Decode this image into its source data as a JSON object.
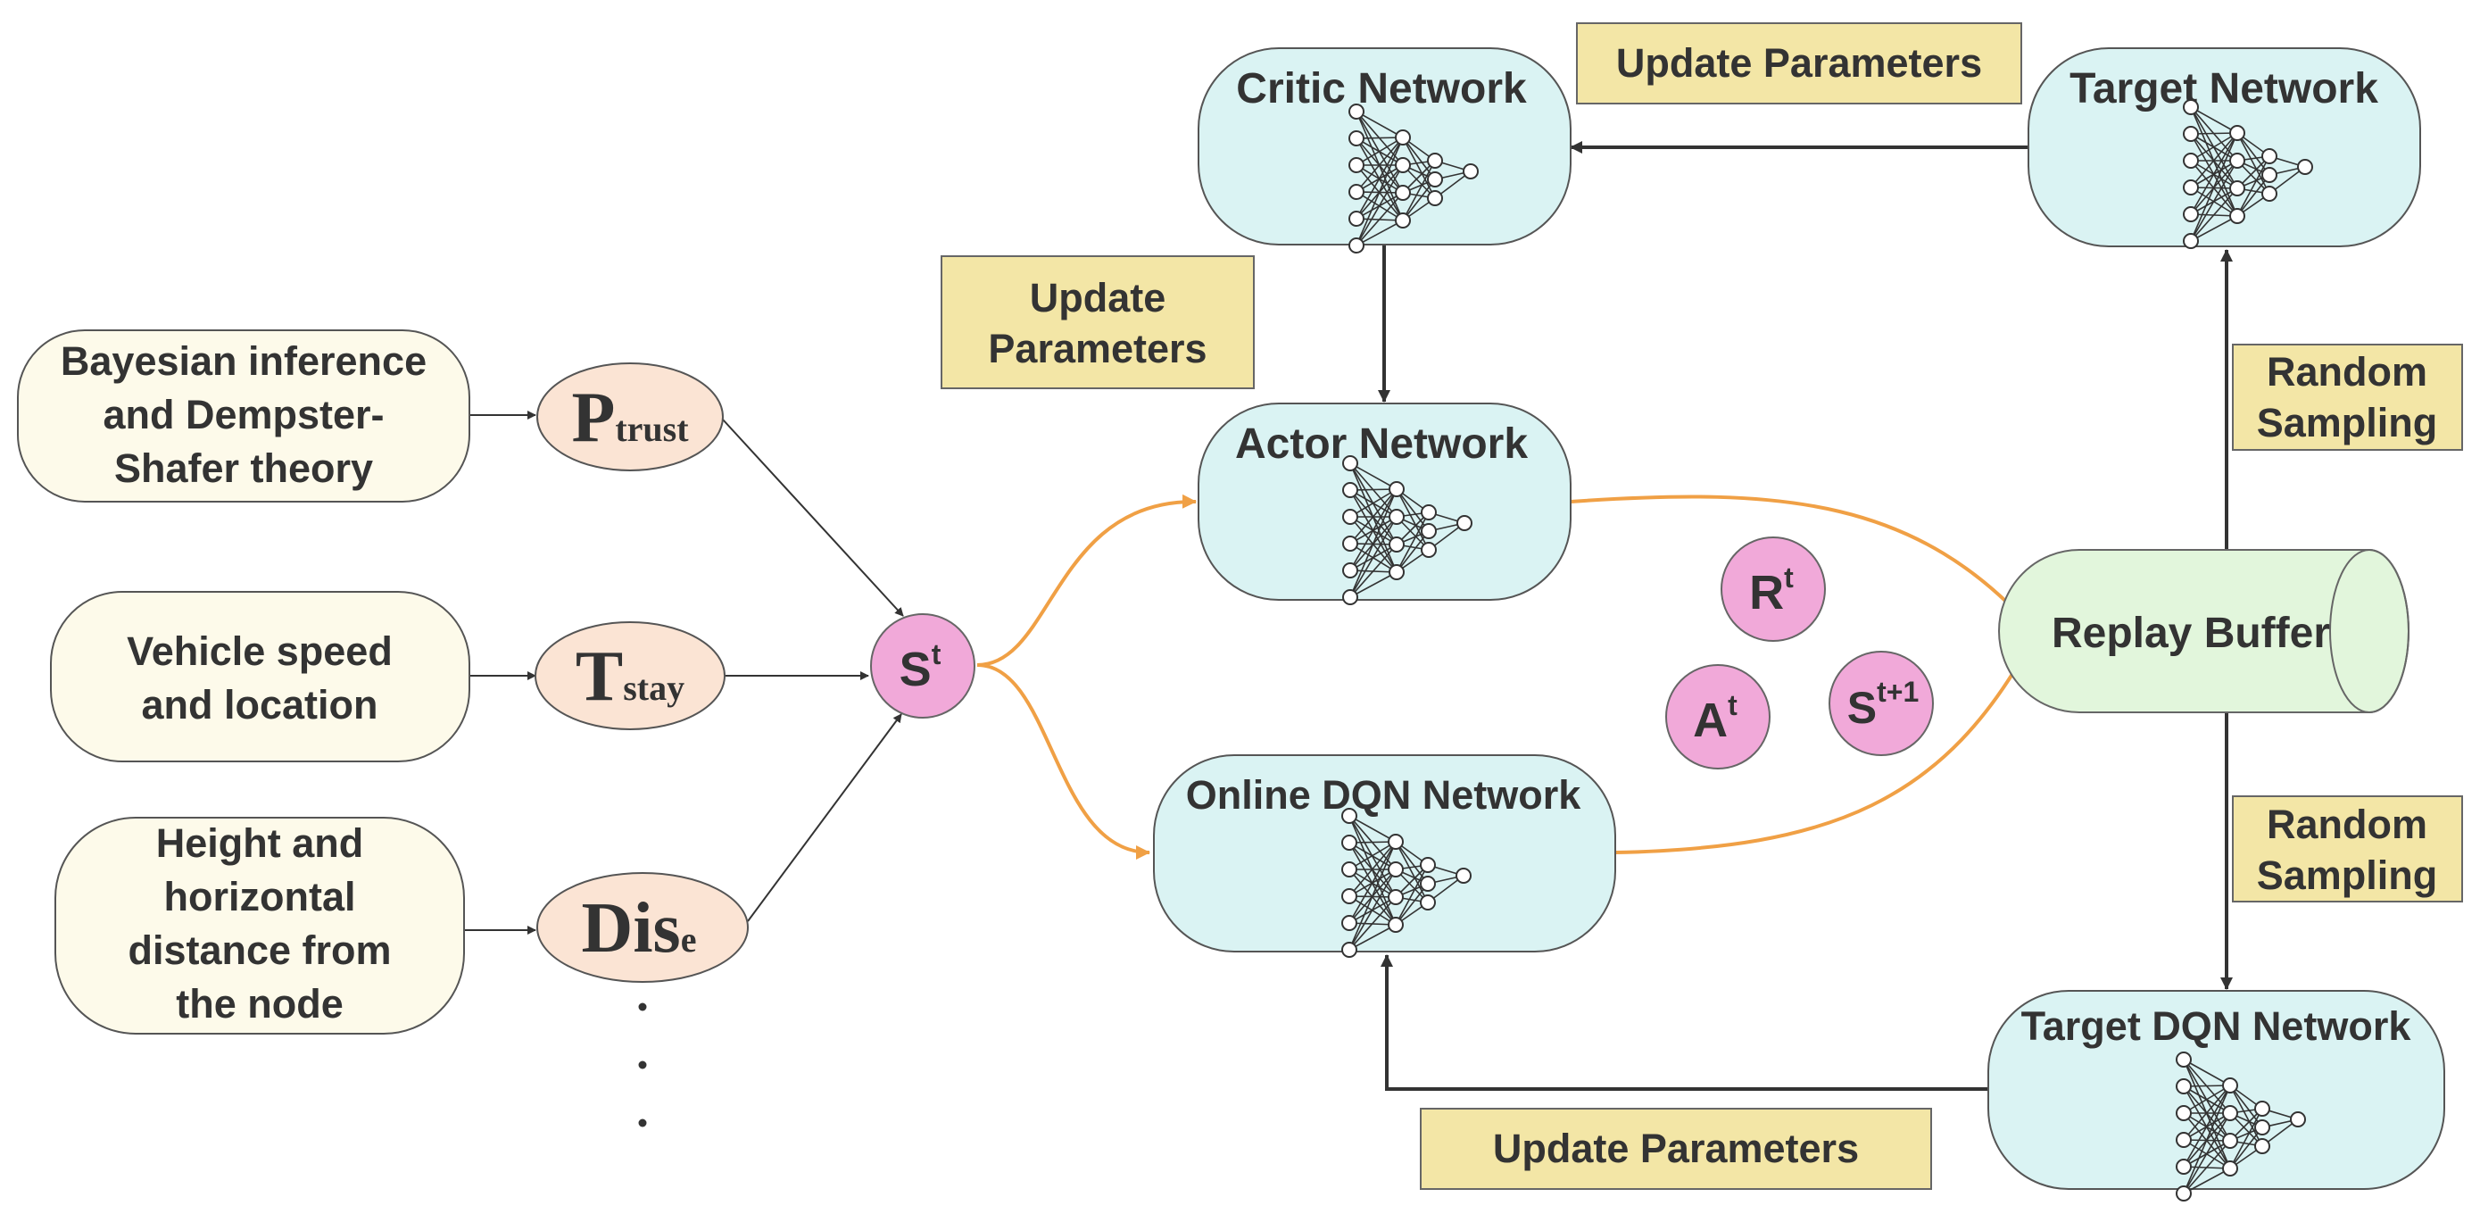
{
  "inputs": {
    "bayesian": [
      "Bayesian inference",
      "and Dempster-",
      "Shafer theory"
    ],
    "vehicle": [
      "Vehicle speed",
      "and location"
    ],
    "height": [
      "Height and",
      "horizontal",
      "distance from",
      "the node"
    ]
  },
  "features": {
    "ptrust": {
      "base": "P",
      "sub": "trust"
    },
    "tstay": {
      "base": "T",
      "sub": "stay"
    },
    "dise": {
      "base": "Dis",
      "sub": "e"
    },
    "ellipsis": ".\n.\n."
  },
  "state": {
    "base": "S",
    "sup": "t"
  },
  "networks": {
    "critic": "Critic Network",
    "actor": "Actor Network",
    "online_dqn": "Online DQN Network",
    "target": "Target Network",
    "target_dqn": "Target DQN Network"
  },
  "replay_buffer": "Replay Buffer",
  "update_labels": {
    "top": "Update Parameters",
    "left": [
      "Update",
      "Parameters"
    ],
    "bottom": "Update Parameters"
  },
  "sampling_labels": {
    "upper": [
      "Random",
      "Sampling"
    ],
    "lower": [
      "Random",
      "Sampling"
    ]
  },
  "transitions": {
    "reward": {
      "base": "R",
      "sup": "t"
    },
    "action": {
      "base": "A",
      "sup": "t"
    },
    "next_state": {
      "base": "S",
      "sup": "t+1"
    }
  },
  "colors": {
    "flow_orange": "#f0a045",
    "arrow_dark": "#333333",
    "network_fill": "#daf3f3",
    "input_fill": "#fdfaea",
    "feature_fill": "#fbe4d4",
    "label_fill": "#f3e6a6",
    "circle_fill": "#f1a9d9",
    "buffer_fill": "#e2f6dc"
  }
}
